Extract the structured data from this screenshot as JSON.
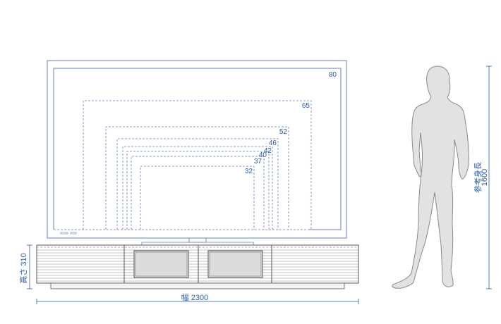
{
  "tv_sizes": [
    "80",
    "65",
    "52",
    "46",
    "42",
    "40",
    "37",
    "32"
  ],
  "dimensions": {
    "width_label": "幅 2300",
    "height_label": "高さ 310",
    "reference_height_label": "参考身長",
    "reference_height_value": "1600"
  },
  "colors": {
    "accent": "#2a5ea8",
    "line": "#555555",
    "silhouette_fill": "#e2e2e2",
    "silhouette_stroke": "#8a8a8a",
    "glass": "#dcdcdc"
  }
}
